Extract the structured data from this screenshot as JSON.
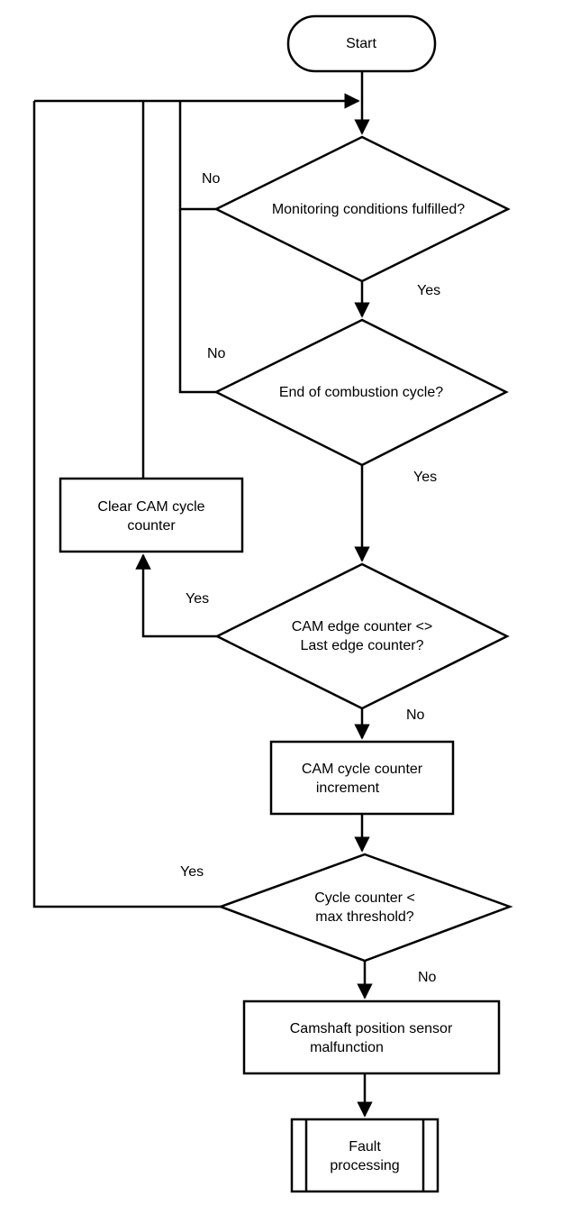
{
  "nodes": {
    "start": "Start",
    "monitoring": "Monitoring conditions fulfilled?",
    "end_of_cycle": "End of combustion cycle?",
    "clear_counter": [
      "Clear CAM cycle",
      "counter"
    ],
    "cam_edge": [
      "CAM edge counter <>",
      "Last edge counter?"
    ],
    "increment": [
      "CAM cycle counter",
      "increment"
    ],
    "cycle_check": [
      "Cycle counter <",
      "max threshold?"
    ],
    "malfunction": [
      "Camshaft position sensor",
      "malfunction"
    ],
    "fault": [
      "Fault",
      "processing"
    ]
  },
  "labels": {
    "monitoring_no": "No",
    "monitoring_yes": "Yes",
    "end_no": "No",
    "end_yes": "Yes",
    "cam_edge_yes": "Yes",
    "cam_edge_no": "No",
    "cycle_yes": "Yes",
    "cycle_no": "No"
  }
}
